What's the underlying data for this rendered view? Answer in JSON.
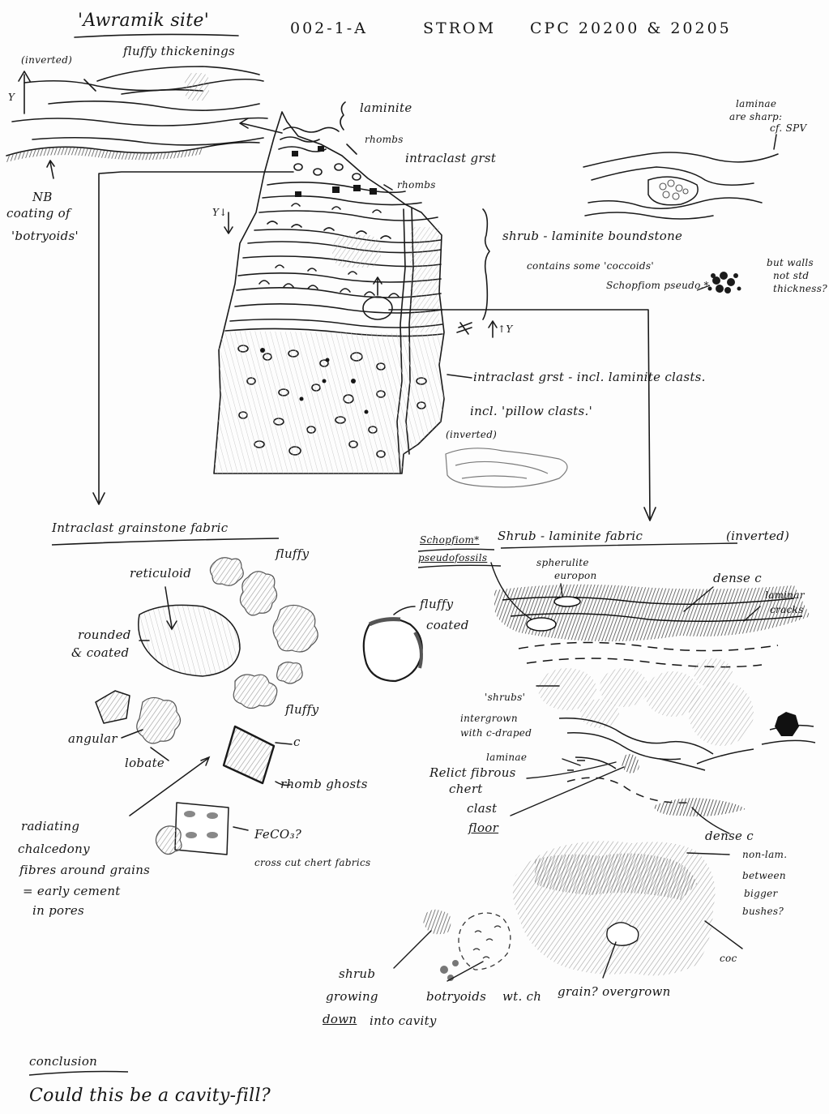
{
  "header": {
    "site_title": "'Awramik site'",
    "sample_code": "002-1-A",
    "strom": "STROM",
    "cpc": "CPC 20200 & 20205"
  },
  "top_left": {
    "inverted": "(inverted)",
    "fluffy_thickenings": "fluffy thickenings",
    "y_mark": "Y",
    "nb": "NB",
    "coating_of": "coating of",
    "botryoids": "'botryoids'"
  },
  "section_log": {
    "laminite": "laminite",
    "rhombs_1": "rhombs",
    "intraclast_grst": "intraclast grst",
    "rhombs_2": "rhombs",
    "y_down": "Y↓",
    "shrub_laminite_boundstone": "shrub - laminite boundstone",
    "contains_coccoids": "contains some 'coccoids'",
    "schopfiom_pseudo": "Schopfiom pseudo.*",
    "but_walls": "but walls",
    "not_std": "not std",
    "thickness": "thickness?",
    "up_y": "↑Y",
    "intraclast_grst_incl": "intraclast grst - incl. laminite clasts.",
    "incl_pillow": "incl. 'pillow clasts.'",
    "inverted_2": "(inverted)"
  },
  "top_right": {
    "laminae_sharp": "laminae",
    "are_sharp": "are sharp:",
    "cf_spv": "cf. SPV"
  },
  "intraclast_fabric": {
    "heading": "Intraclast grainstone fabric",
    "fluffy_1": "fluffy",
    "reticuloid": "reticuloid",
    "rounded": "rounded",
    "coated": "& coated",
    "fluffy_coated_1": "fluffy",
    "fluffy_coated_2": "coated",
    "fluffy_2": "fluffy",
    "angular": "angular",
    "lobate": "lobate",
    "c_label": "c",
    "rhomb_ghosts": "rhomb ghosts",
    "radiating": "radiating",
    "chalcedony": "chalcedony",
    "fibres": "fibres around grains",
    "early_cement": "= early cement",
    "in_pores": "in pores",
    "feco3": "FeCO₃?",
    "cross_cut": "cross cut chert fabrics"
  },
  "shrub_fabric": {
    "schopfiom": "Schopfiom*",
    "pseudofossils": "pseudofossils",
    "heading": "Shrub - laminite fabric",
    "inverted": "(inverted)",
    "spherulite": "spherulite",
    "europon": "europon",
    "dense_c_1": "dense c",
    "laminar": "laminar",
    "cracks": "cracks",
    "shrubs": "'shrubs'",
    "intergrown": "intergrown",
    "with_c_draped": "with c-draped",
    "laminae": "laminae",
    "relict_fibrous": "Relict fibrous",
    "chert": "chert",
    "clast": "clast",
    "floor": "floor",
    "dense_c_2": "dense c",
    "non_lam": "non-lam.",
    "between": "between",
    "bigger": "bigger",
    "bushes": "bushes?",
    "coc": "coc",
    "shrub": "shrub",
    "growing": "growing",
    "down": "down",
    "into_cavity": "into cavity",
    "botryoids": "botryoids",
    "wt_ch": "wt. ch",
    "grain_overgrown": "grain? overgrown"
  },
  "footer": {
    "conclusion": "conclusion",
    "question": "Could this be a cavity-fill?"
  }
}
